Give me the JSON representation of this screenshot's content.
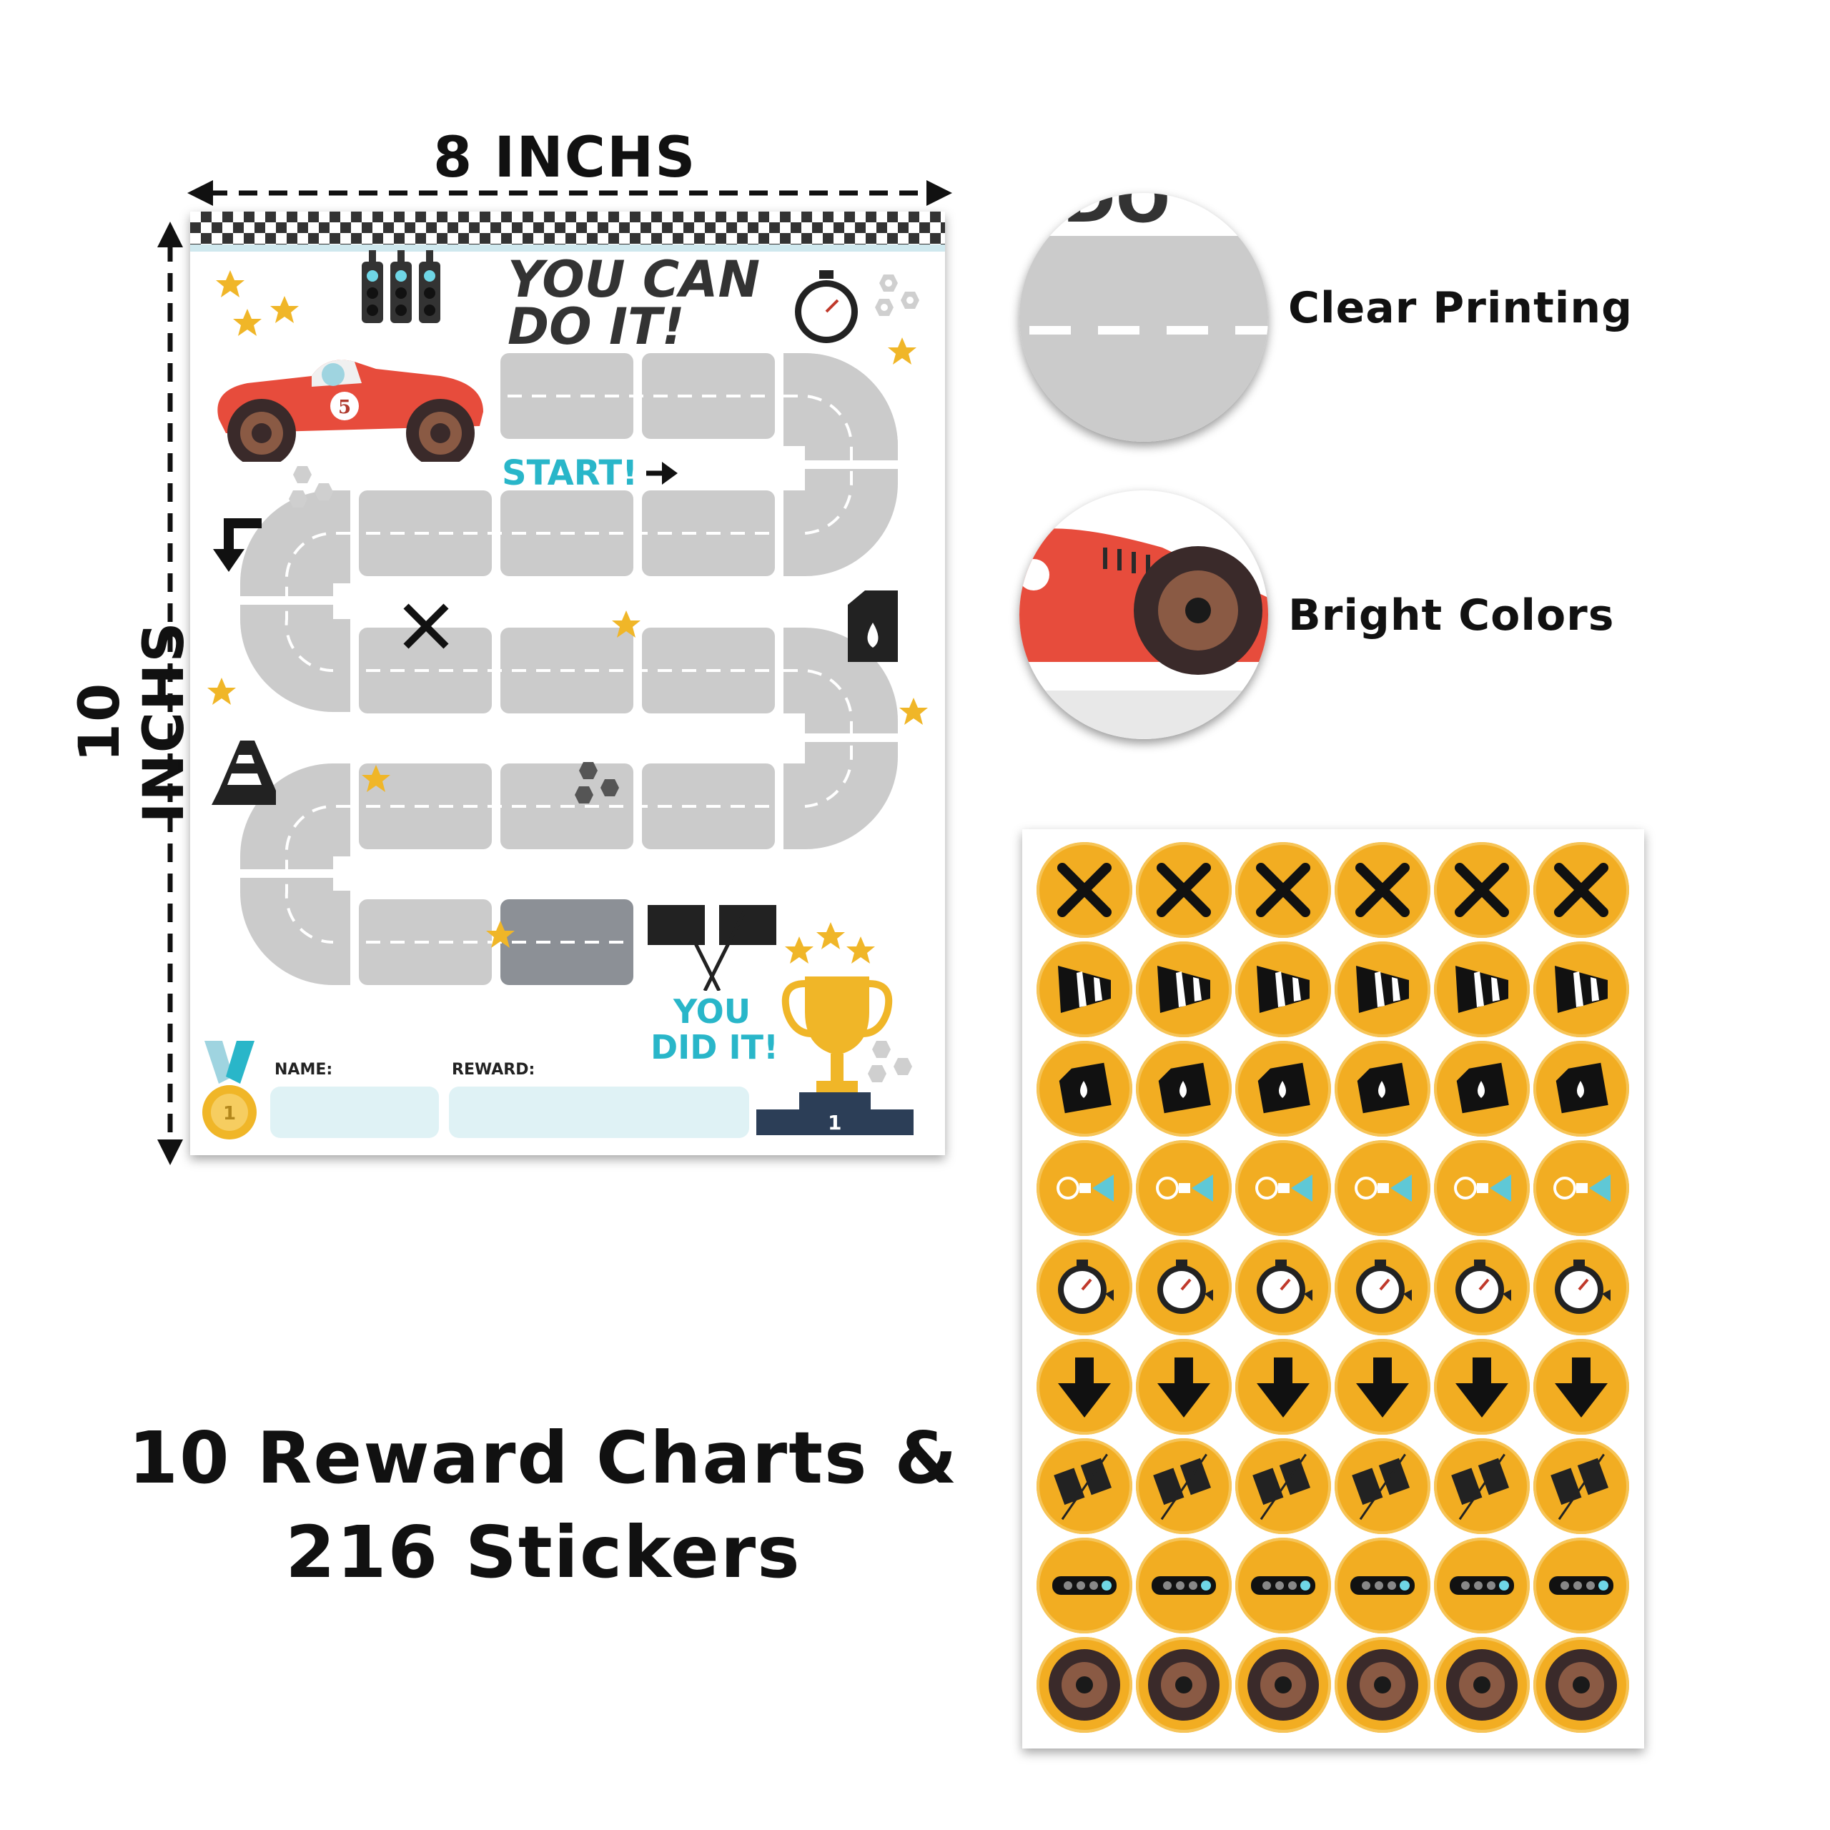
{
  "dimensions": {
    "width_label": "8 INCHS",
    "height_label": "10 INCHS"
  },
  "chart": {
    "headline_line1": "YOU CAN",
    "headline_line2": "DO IT!",
    "start_label": "START!",
    "finish_line1": "YOU",
    "finish_line2": "DID IT!",
    "car_number": "5",
    "name_label": "NAME:",
    "reward_label": "REWARD:",
    "podium_number": "1",
    "medal_number": "1"
  },
  "features": [
    {
      "label": "Clear Printing"
    },
    {
      "label": "Bright Colors"
    }
  ],
  "promo": {
    "line1": "10 Reward Charts &",
    "line2": "216 Stickers"
  },
  "sticker_sheet": {
    "columns": 6,
    "rows": [
      "wrench-icon",
      "cone-icon",
      "fuel-can-icon",
      "light-icon",
      "stopwatch-icon",
      "arrow-down-icon",
      "flags-icon",
      "traffic-light-icon",
      "wheel-icon"
    ]
  },
  "colors": {
    "road": "#cbcbcb",
    "road_dark": "#8c9096",
    "sticker": "#f2ad22",
    "accent_cyan": "#29b6c9",
    "car_red": "#e74c3c",
    "star": "#f0b628",
    "podium": "#2c3e57"
  }
}
